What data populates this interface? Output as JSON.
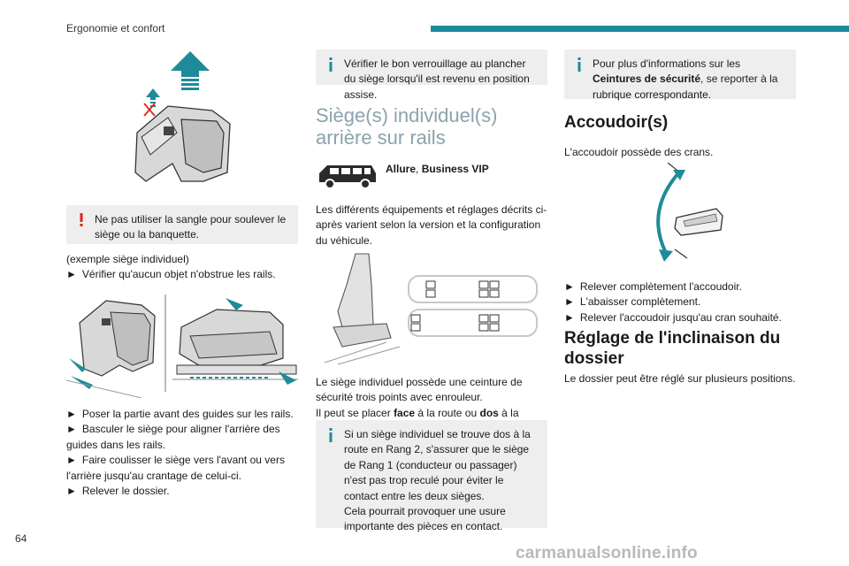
{
  "header": {
    "section_title": "Ergonomie et confort"
  },
  "page_number": "64",
  "colors": {
    "accent": "#1f8b9a",
    "heading_grey": "#8aa3ad",
    "warning_red": "#e2231a",
    "note_bg": "#eeeeee"
  },
  "col1": {
    "warning_note": "Ne pas utiliser la sangle pour soulever le siège ou la banquette.",
    "caption": "(exemple siège individuel)",
    "step_check_rails": "Vérifier qu'aucun objet n'obstrue les rails.",
    "steps": [
      "Poser la partie avant des guides sur les rails.",
      "Basculer le siège pour aligner l'arrière des guides dans les rails.",
      "Faire coulisser le siège vers l'avant ou vers l'arrière jusqu'au crantage de celui-ci.",
      "Relever le dossier."
    ]
  },
  "col2": {
    "info_note_top": "Vérifier le bon verrouillage au plancher du siège lorsqu'il est revenu en position assise.",
    "heading": "Siège(s) individuel(s) arrière sur rails",
    "versions_bold_1": "Allure",
    "versions_sep": ", ",
    "versions_bold_2": "Business VIP",
    "intro": "Les différents équipements et réglages décrits ci-après varient selon la version et la configuration du véhicule.",
    "belt_text": "Le siège individuel possède une ceinture de sécurité trois points avec enrouleur.",
    "place_prefix": "Il peut se placer ",
    "place_face": "face",
    "place_mid": " à la route ou ",
    "place_dos": "dos",
    "place_suffix": " à la route.",
    "info_note_1": "Si un siège individuel se trouve dos à la route en Rang 2, s'assurer que le siège de Rang 1 (conducteur ou passager) n'est pas trop reculé pour éviter le contact entre les deux sièges.",
    "info_note_2": "Cela pourrait provoquer une usure importante des pièces en contact."
  },
  "col3": {
    "info_prefix": "Pour plus d'informations sur les ",
    "info_bold": "Ceintures de sécurité",
    "info_suffix": ", se reporter à la rubrique correspondante.",
    "armrest_heading": "Accoudoir(s)",
    "armrest_intro": "L'accoudoir possède des crans.",
    "armrest_steps": [
      "Relever complètement l'accoudoir.",
      "L'abaisser complètement.",
      "Relever l'accoudoir jusqu'au cran souhaité."
    ],
    "recline_heading": "Réglage de l'inclinaison du dossier",
    "recline_text": "Le dossier peut être réglé sur plusieurs positions."
  },
  "bullet_glyph": "►",
  "watermark": "carmanualsonline.info"
}
